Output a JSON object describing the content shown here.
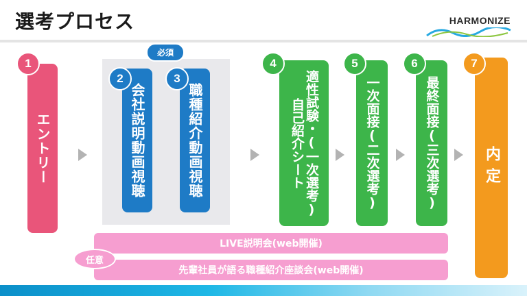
{
  "header": {
    "title": "選考プロセス",
    "logo": "HARMONIZE"
  },
  "steps": [
    {
      "number": "1",
      "label": "エントリー"
    },
    {
      "number": "2",
      "label": "会社説明動画視聴"
    },
    {
      "number": "3",
      "label": "職種紹介動画視聴"
    },
    {
      "number": "4",
      "label_line1": "自己紹介シート",
      "label_line2": "適性試験・(一次選考)"
    },
    {
      "number": "5",
      "label": "一次面接(二次選考)"
    },
    {
      "number": "6",
      "label": "最終面接(三次選考)"
    },
    {
      "number": "7",
      "label": "内定"
    }
  ],
  "required_badge": "必須",
  "optional_badge": "任意",
  "events": [
    "LIVE説明会(web開催)",
    "先輩社員が語る職種紹介座談会(web開催)"
  ],
  "colors": {
    "entry": "#e9557a",
    "video": "#1e7bc6",
    "screening": "#3db54a",
    "offer": "#f39a1e",
    "optional": "#f69ed0"
  }
}
